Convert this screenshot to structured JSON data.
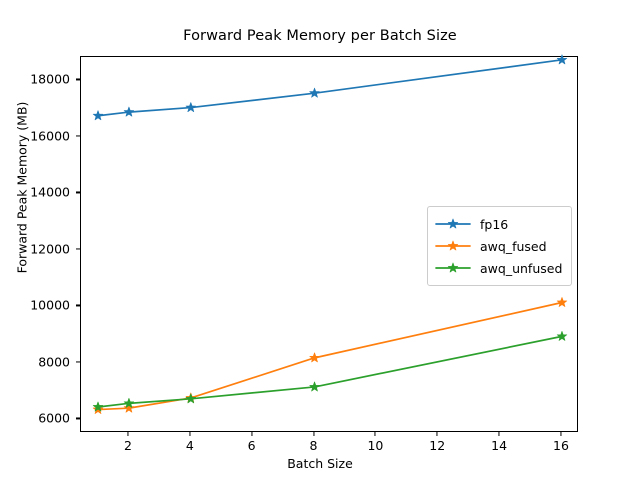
{
  "chart_data": {
    "type": "line",
    "title": "Forward Peak Memory per Batch Size",
    "xlabel": "Batch Size",
    "ylabel": "Forward Peak Memory (MB)",
    "x": [
      1,
      2,
      4,
      8,
      16
    ],
    "xlim": [
      0.45,
      16.55
    ],
    "ylim": [
      5520,
      18830
    ],
    "xticks": [
      2,
      4,
      6,
      8,
      10,
      12,
      14,
      16
    ],
    "xtick_labels": [
      "2",
      "4",
      "6",
      "8",
      "10",
      "12",
      "14",
      "16"
    ],
    "yticks": [
      6000,
      8000,
      10000,
      12000,
      14000,
      16000,
      18000
    ],
    "ytick_labels": [
      "6000",
      "8000",
      "10000",
      "12000",
      "14000",
      "16000",
      "18000"
    ],
    "grid": false,
    "legend_position": "center right",
    "marker": "star",
    "series": [
      {
        "name": "fp16",
        "color": "#1f77b4",
        "values": [
          16750,
          16880,
          17040,
          17550,
          18730
        ]
      },
      {
        "name": "awq_fused",
        "color": "#ff7f0e",
        "values": [
          6350,
          6400,
          6760,
          8180,
          10140
        ]
      },
      {
        "name": "awq_unfused",
        "color": "#2ca02c",
        "values": [
          6440,
          6570,
          6730,
          7150,
          8940
        ]
      }
    ]
  }
}
